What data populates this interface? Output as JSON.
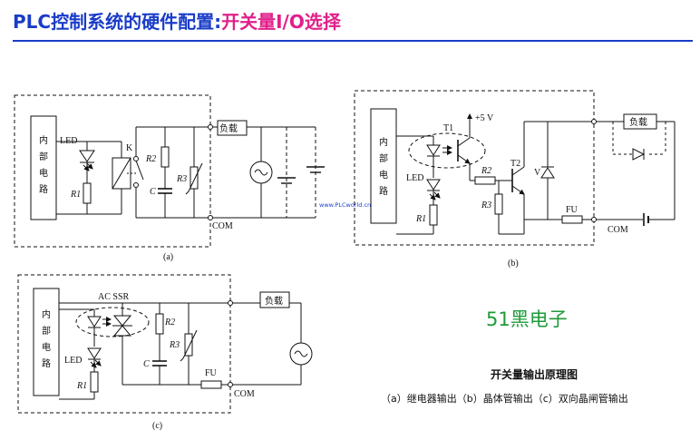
{
  "title": {
    "main": "PLC控制系统的硬件配置:",
    "highlight": "开关量I/O选择"
  },
  "labels": {
    "internal_circuit": [
      "内",
      "部",
      "电",
      "路"
    ],
    "led": "LED",
    "r1": "R1",
    "r2": "R2",
    "r3": "R3",
    "k": "K",
    "c": "C",
    "load": "负载",
    "com": "COM",
    "t1": "T1",
    "t2": "T2",
    "v": "V",
    "plus5v": "+5 V",
    "fu": "FU",
    "ac_ssr": "AC SSR",
    "sub_a": "(a)",
    "sub_b": "(b)",
    "sub_c": "(c)"
  },
  "watermark": "www.PLCworld.cn",
  "brand": "51黑电子",
  "caption": {
    "title": "开关量输出原理图",
    "subtitle": "（a）继电器输出（b）晶体管输出（c）双向晶闸管输出"
  },
  "colors": {
    "title": "#1a3cc8",
    "highlight": "#e0208a",
    "brand": "#1f9a3a",
    "watermark": "#1f3fcf"
  }
}
